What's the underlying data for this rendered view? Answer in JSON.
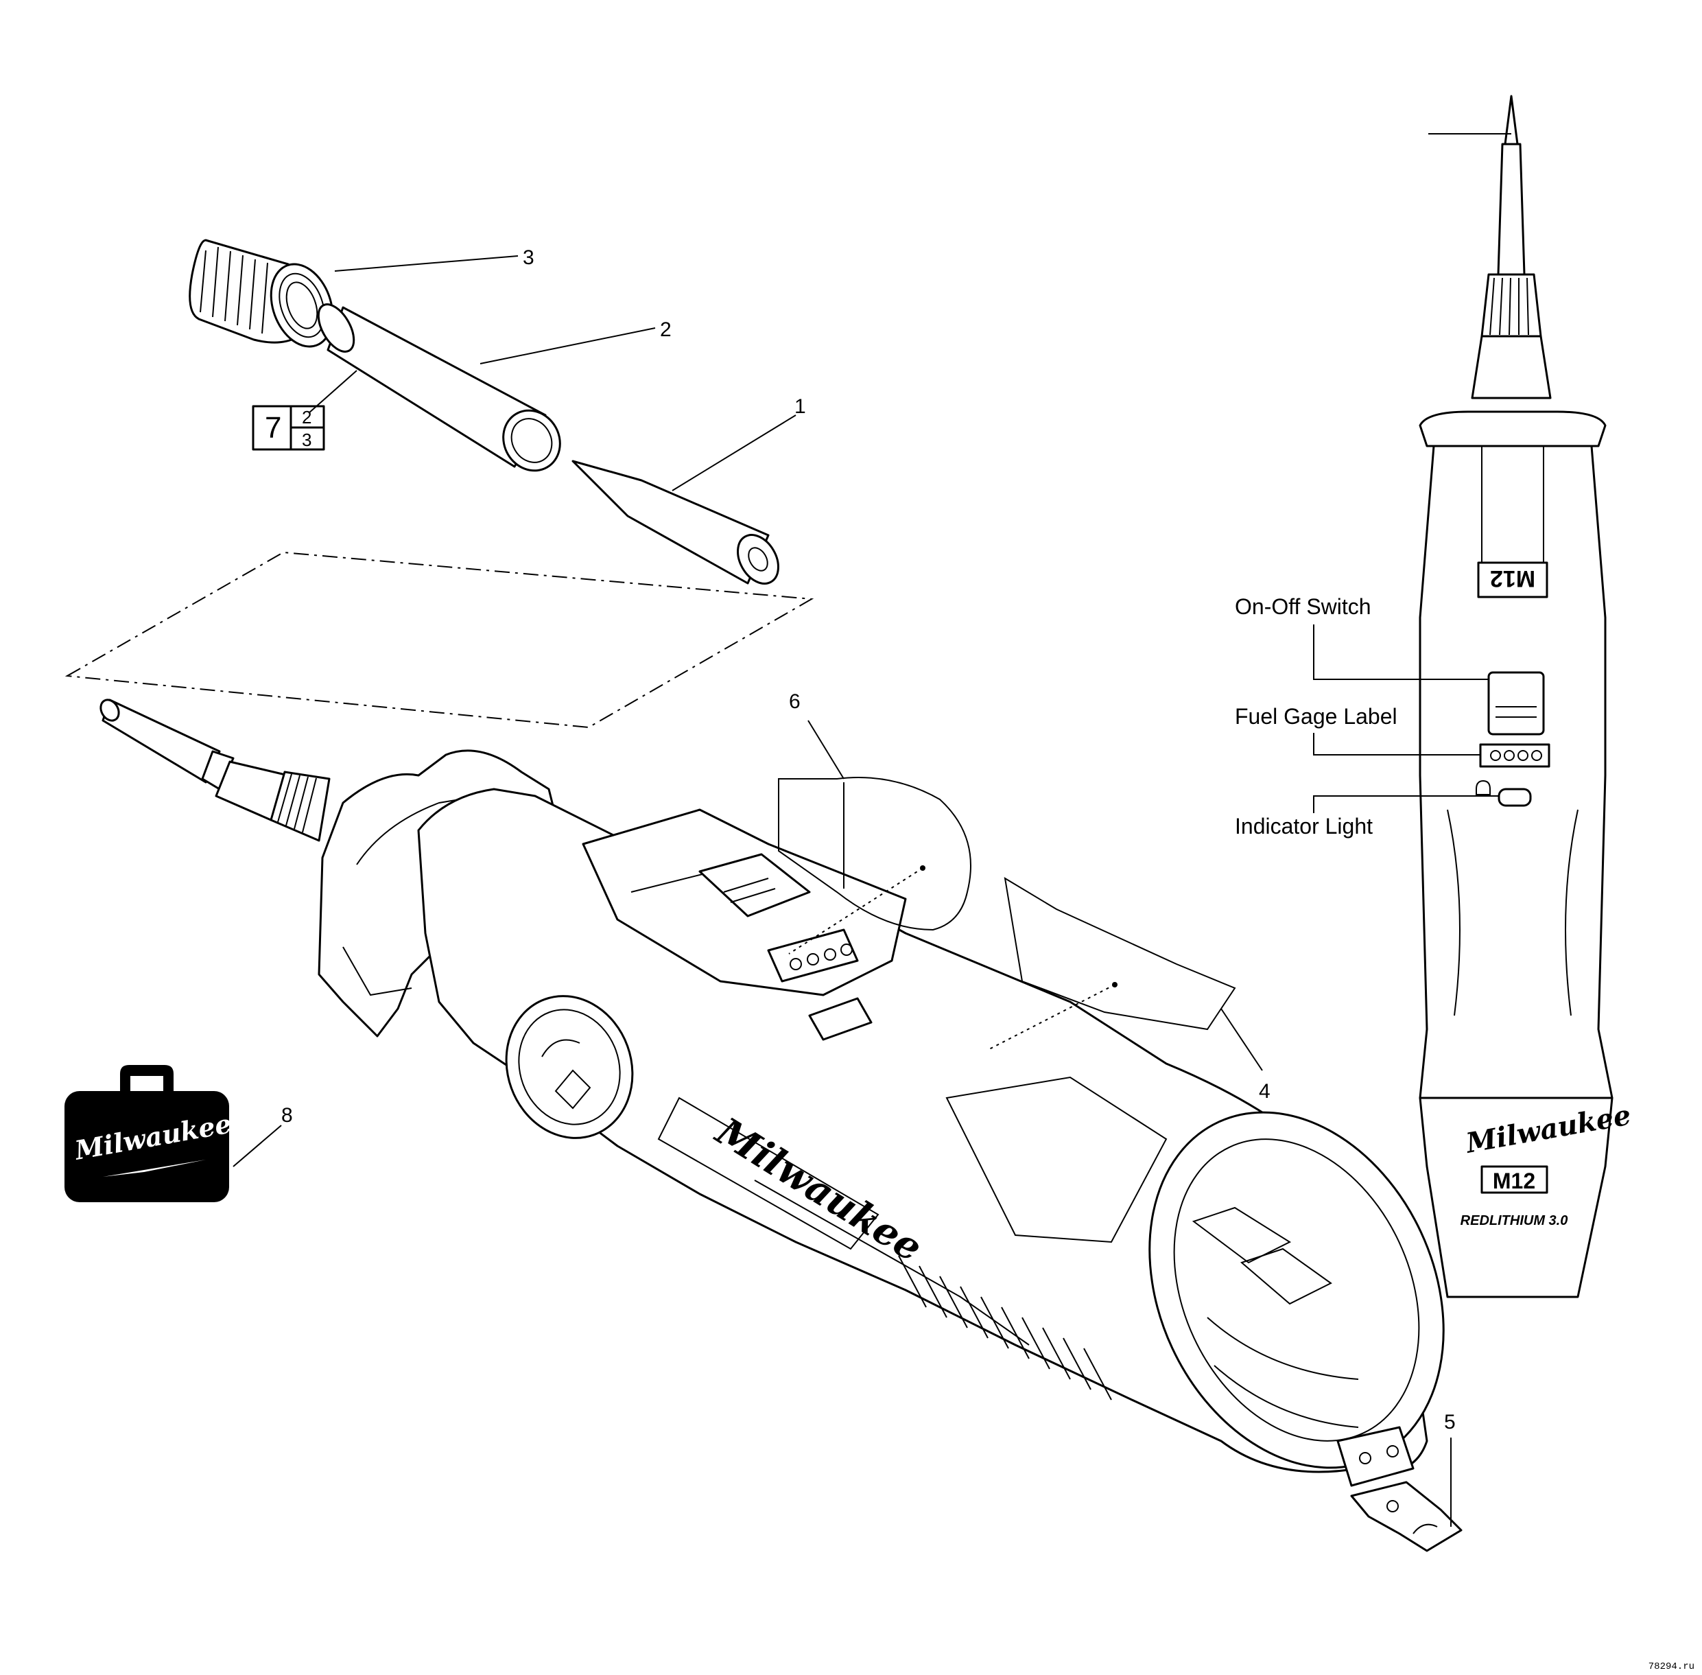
{
  "callouts": {
    "c1": "1",
    "c2": "2",
    "c3": "3",
    "c4": "4",
    "c5": "5",
    "c6": "6",
    "c8": "8"
  },
  "ref_box": {
    "main": "7",
    "top": "2",
    "bottom": "3"
  },
  "labels": {
    "on_off_switch": "On-Off Switch",
    "fuel_gage_label": "Fuel Gage Label",
    "indicator_light": "Indicator Light"
  },
  "branding": {
    "case_logo": "Milwaukee",
    "housing_logo": "Milwaukee",
    "battery_logo": "Milwaukee",
    "battery_model": "M12",
    "battery_series": "REDLITHIUM 3.0",
    "housing_badge": "M12"
  },
  "watermark": "78294.ru",
  "icons": [
    "rotate-arrow-icon",
    "lock-icon",
    "led-light-icon",
    "fuel-gauge-dots-icon"
  ]
}
